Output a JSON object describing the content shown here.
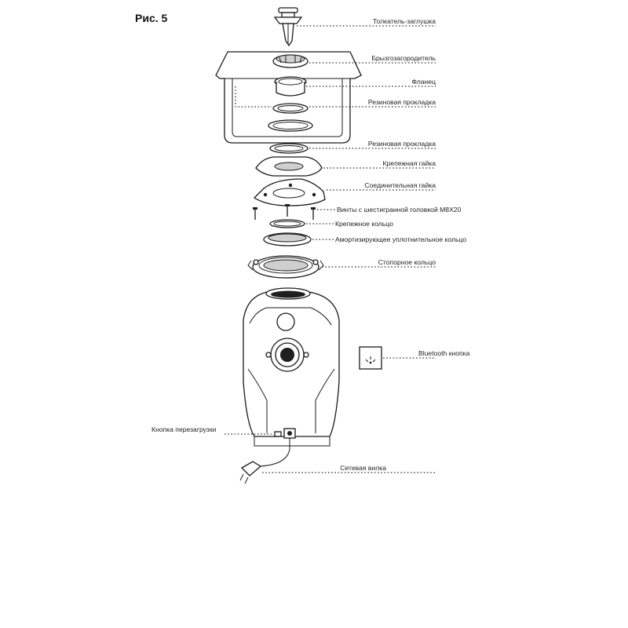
{
  "figure": {
    "title": "Рис. 5"
  },
  "labels": {
    "pusher": "Толкатель-заглушка",
    "splash_guard": "Брызгозагородитель",
    "flange": "Фланец",
    "gasket_upper": "Резиновая прокладка",
    "gasket_lower": "Резиновая прокладка",
    "mount_nut": "Крепежная гайка",
    "connect_nut": "Соединительная гайка",
    "hex_screws": "Винты с шестигранной головкой M8X20",
    "mount_ring": "Крепежное кольцо",
    "damper_ring": "Амортизирующее уплотнительное кольцо",
    "snap_ring": "Стопорное кольцо",
    "bluetooth": "Bluetooth кнопка",
    "reset": "Кнопка перезагрузки",
    "plug": "Сетевая вилка"
  }
}
